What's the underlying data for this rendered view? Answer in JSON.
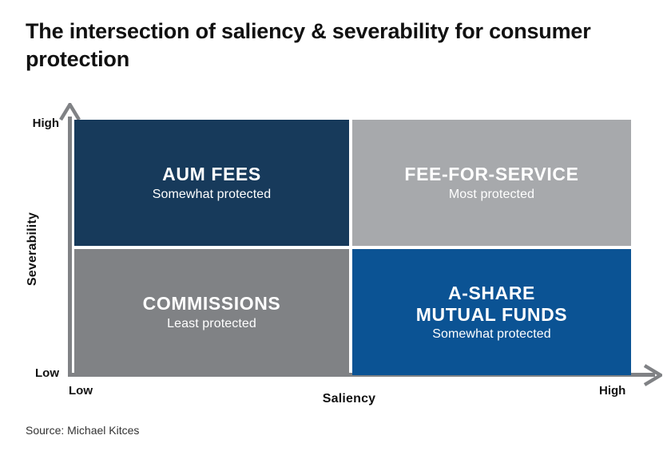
{
  "title": "The intersection of saliency & severability for consumer protection",
  "source": "Source: Michael Kitces",
  "axes": {
    "x": {
      "title": "Saliency",
      "low_label": "Low",
      "high_label": "High",
      "arrow_icon": "arrow-right-icon"
    },
    "y": {
      "title": "Severability",
      "low_label": "Low",
      "high_label": "High",
      "arrow_icon": "arrow-up-icon"
    },
    "axis_color": "#808285"
  },
  "chart_data": {
    "type": "matrix",
    "title": "The intersection of saliency & severability for consumer protection",
    "xlabel": "Saliency",
    "ylabel": "Severability",
    "x_categories": [
      "Low",
      "High"
    ],
    "y_categories": [
      "Low",
      "High"
    ],
    "legend_position": "none",
    "grid": false,
    "cells": [
      {
        "id": "aum-fees",
        "label": "AUM FEES",
        "sublabel": "Somewhat protected",
        "x": "Low",
        "y": "High",
        "quadrant": "top-left",
        "color": "#173A5B",
        "text_color": "#FFFFFF"
      },
      {
        "id": "fee-for-service",
        "label": "FEE-FOR-SERVICE",
        "sublabel": "Most protected",
        "x": "High",
        "y": "High",
        "quadrant": "top-right",
        "color": "#A7A9AC",
        "text_color": "#FFFFFF"
      },
      {
        "id": "commissions",
        "label": "COMMISSIONS",
        "sublabel": "Least protected",
        "x": "Low",
        "y": "Low",
        "quadrant": "bottom-left",
        "color": "#808285",
        "text_color": "#FFFFFF"
      },
      {
        "id": "a-share-mutual-funds",
        "label": "A-SHARE\nMUTUAL FUNDS",
        "sublabel": "Somewhat protected",
        "x": "High",
        "y": "Low",
        "quadrant": "bottom-right",
        "color": "#0B5394",
        "text_color": "#FFFFFF"
      }
    ]
  }
}
